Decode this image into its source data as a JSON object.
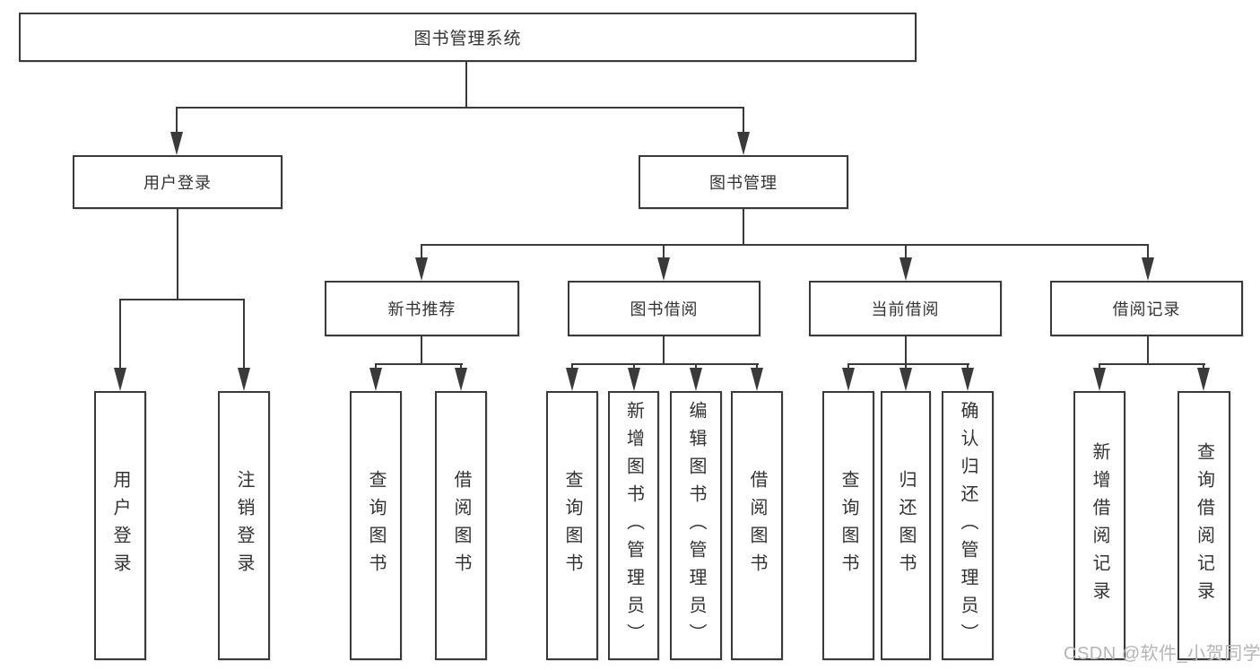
{
  "tree": {
    "root": "图书管理系统",
    "children": [
      {
        "label": "用户登录",
        "children": [
          "用户登录",
          "注销登录"
        ]
      },
      {
        "label": "图书管理",
        "children": [
          {
            "label": "新书推荐",
            "children": [
              "查询图书",
              "借阅图书"
            ]
          },
          {
            "label": "图书借阅",
            "children": [
              "查询图书",
              "新增图书（管理员）",
              "编辑图书（管理员）",
              "借阅图书"
            ]
          },
          {
            "label": "当前借阅",
            "children": [
              "查询图书",
              "归还图书",
              "确认归还（管理员）"
            ]
          },
          {
            "label": "借阅记录",
            "children": [
              "新增借阅记录",
              "查询借阅记录"
            ]
          }
        ]
      }
    ]
  },
  "watermark": "CSDN @软件_小贺同学",
  "colors": {
    "line": "#3a3a3a",
    "text": "#333333",
    "watermark": "#b5b5b5",
    "background": "#ffffff"
  }
}
